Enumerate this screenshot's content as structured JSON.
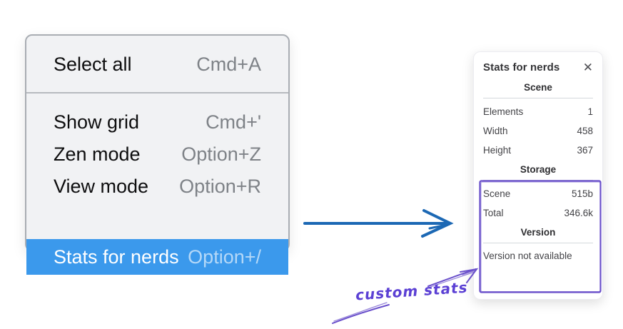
{
  "context_menu": {
    "highlight_color": "#3b99ec",
    "items": [
      {
        "label": "Select all",
        "shortcut": "Cmd+A",
        "selected": false
      },
      {
        "label": "Show grid",
        "shortcut": "Cmd+'",
        "selected": false
      },
      {
        "label": "Zen mode",
        "shortcut": "Option+Z",
        "selected": false
      },
      {
        "label": "View mode",
        "shortcut": "Option+R",
        "selected": false
      },
      {
        "label": "Stats for nerds",
        "shortcut": "Option+/",
        "selected": true
      }
    ]
  },
  "stats_panel": {
    "title": "Stats for nerds",
    "close_icon": "✕",
    "sections": [
      {
        "heading": "Scene",
        "rows": [
          {
            "label": "Elements",
            "value": "1"
          },
          {
            "label": "Width",
            "value": "458"
          },
          {
            "label": "Height",
            "value": "367"
          }
        ]
      },
      {
        "heading": "Storage",
        "rows": [
          {
            "label": "Scene",
            "value": "515b"
          },
          {
            "label": "Total",
            "value": "346.6k"
          }
        ]
      },
      {
        "heading": "Version",
        "note": "Version not available"
      }
    ]
  },
  "annotations": {
    "custom_stats_label": "custom stats",
    "blue_arrow_color": "#1c68b4",
    "purple_color": "#6a50cb"
  }
}
